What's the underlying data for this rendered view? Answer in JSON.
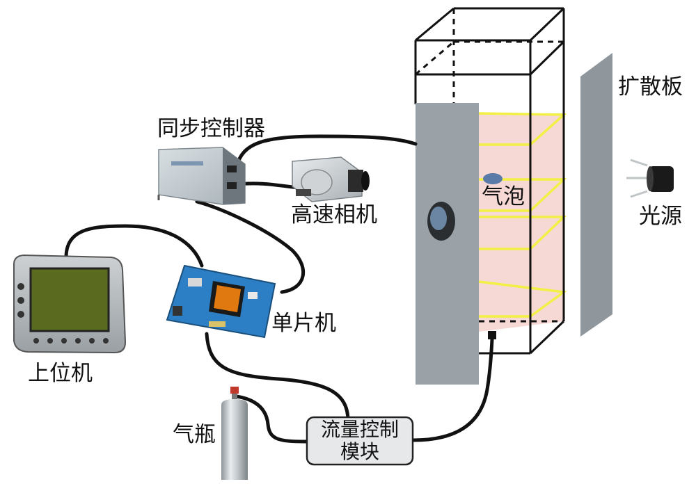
{
  "labels": {
    "sync_controller": "同步控制器",
    "high_speed_camera": "高速相机",
    "mcu": "单片机",
    "host_pc": "上位机",
    "gas_cylinder": "气瓶",
    "flow_control_line1": "流量控制",
    "flow_control_line2": "模块",
    "bubble": "气泡",
    "diffuser": "扩散板",
    "light_source": "光源"
  },
  "colors": {
    "cable": "#111111",
    "tank_panel": "#9aa2a8",
    "water_fill": "#f6d8d4",
    "laser_sheet": "#f2f044",
    "diffuser": "#8f979c",
    "lcd_screen": "#5a6a1f",
    "pcb": "#2c7fc4",
    "flow_box": "#e6e8ea"
  }
}
